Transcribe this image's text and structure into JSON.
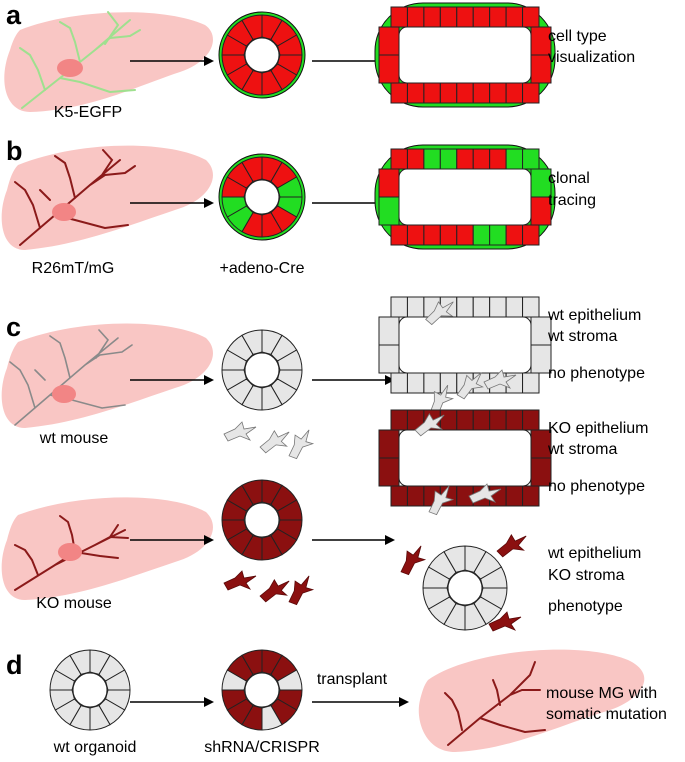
{
  "panels": {
    "a": {
      "label": "a",
      "mouse_label": "K5-EGFP",
      "result_lines": [
        "cell type",
        "visualization"
      ]
    },
    "b": {
      "label": "b",
      "mouse_label": "R26mT/mG",
      "treatment_label": "+adeno-Cre",
      "result_lines": [
        "clonal",
        "tracing"
      ]
    },
    "c": {
      "label": "c",
      "wt_mouse_label": "wt mouse",
      "ko_mouse_label": "KO mouse",
      "outcome1_lines": [
        "wt epithelium",
        "wt stroma"
      ],
      "outcome1_phenotype": "no phenotype",
      "outcome2_lines": [
        "KO epithelium",
        "wt stroma"
      ],
      "outcome2_phenotype": "no phenotype",
      "outcome3_lines": [
        "wt epithelium",
        "KO stroma"
      ],
      "outcome3_phenotype": "phenotype"
    },
    "d": {
      "label": "d",
      "organoid_label": "wt organoid",
      "edit_label": "shRNA/CRISPR",
      "arrow_label": "transplant",
      "result_lines": [
        "mouse MG with",
        "somatic mutation"
      ]
    }
  },
  "colors": {
    "fat_pad": "#f9c6c4",
    "lymph_node": "#f28585",
    "red_cell": "#ee1111",
    "green_cell": "#22dd22",
    "grey_cell": "#e6e6e6",
    "ko_cell": "#8b1010",
    "neutral_text": "#8a8a8a",
    "phenotype_text": "#8b1010",
    "green_duct": "#9fe08f",
    "dark_duct": "#8b1a1a",
    "grey_duct": "#8a8a8a"
  }
}
